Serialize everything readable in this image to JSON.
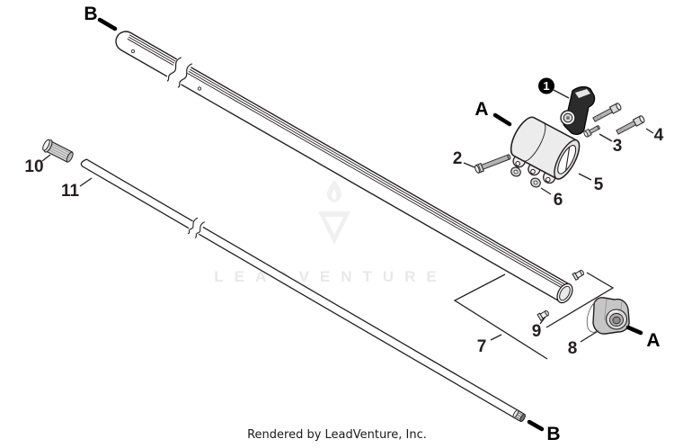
{
  "diagram": {
    "watermark_text": "LEADVENTURE",
    "footer_text": "Rendered by LeadVenture, Inc.",
    "callouts": {
      "view_b_top": "B",
      "view_b_bottom": "B",
      "view_a_upper": "A",
      "view_a_lower": "A",
      "item_1": "1",
      "item_2": "2",
      "item_3": "3",
      "item_4": "4",
      "item_5": "5",
      "item_6": "6",
      "item_7": "7",
      "item_8": "8",
      "item_9": "9",
      "item_10": "10",
      "item_11": "11"
    },
    "colors": {
      "line": "#231f20",
      "metal_gray": "#b3b3b3",
      "light_gray": "#ececec",
      "watermark": "#e8e8e8",
      "callout_badge_bg": "#000000",
      "callout_badge_text": "#ffffff"
    }
  }
}
